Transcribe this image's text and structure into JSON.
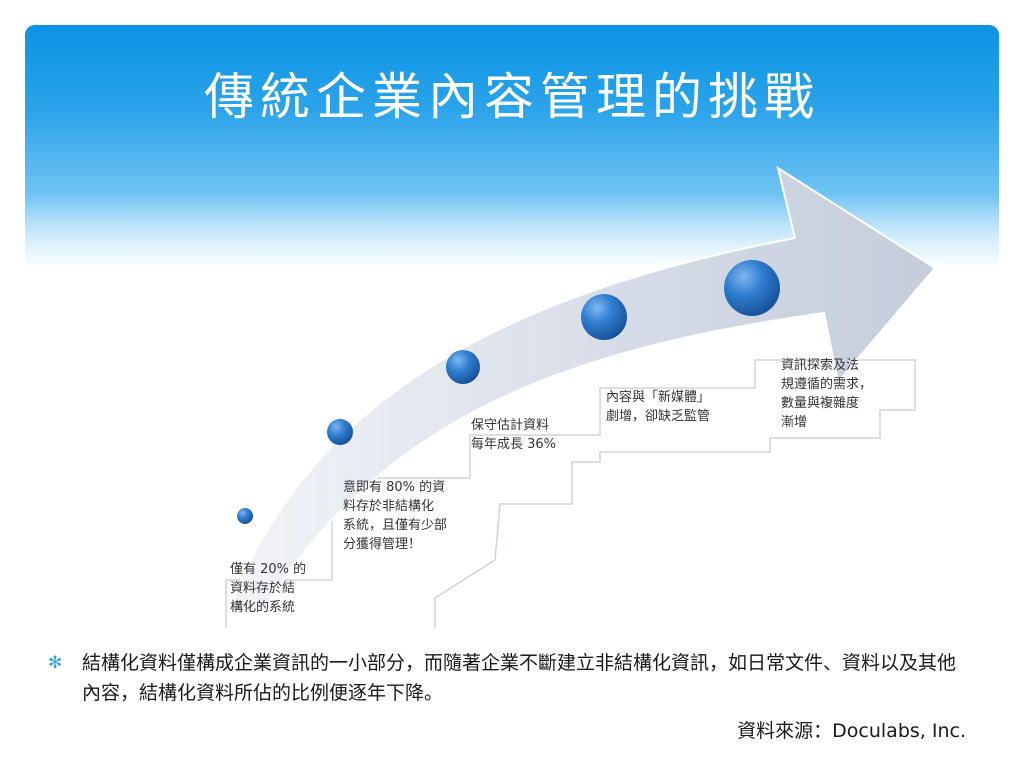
{
  "slide": {
    "title": "傳統企業內容管理的挑戰"
  },
  "diagram": {
    "stages": [
      {
        "line1": "僅有 20% 的",
        "line2": "資料存於結",
        "line3": "構化的系統",
        "line4": ""
      },
      {
        "line1": "意即有 80% 的資",
        "line2": "料存於非結構化",
        "line3": "系統，且僅有少部",
        "line4": "分獲得管理！"
      },
      {
        "line1": "保守估計資料",
        "line2": "每年成長 36%",
        "line3": "",
        "line4": ""
      },
      {
        "line1": "內容與「新媒體」",
        "line2": "劇增，卻缺乏監管",
        "line3": "",
        "line4": ""
      },
      {
        "line1": "資訊探索及法",
        "line2": "規遵循的需求，",
        "line3": "數量與複雜度",
        "line4": "漸增"
      }
    ]
  },
  "bullet": {
    "text": "結構化資料僅構成企業資訊的一小部分，而隨著企業不斷建立非結構化資訊，如日常文件、資料以及其他內容，結構化資料所佔的比例便逐年下降。"
  },
  "source": {
    "text": "資料來源：Doculabs, Inc."
  },
  "colors": {
    "accent": "#2aa0e8",
    "circle": "#1f6fc0"
  }
}
